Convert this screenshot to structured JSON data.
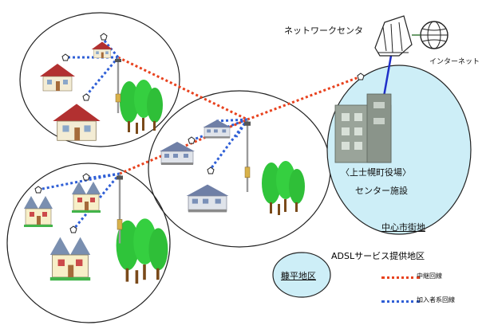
{
  "labels": {
    "network_center": "ネットワークセンタ",
    "internet": "インターネット",
    "town_office": "〈上士幌町役場〉",
    "center_facility": "センター施設",
    "downtown": "中心市街地",
    "area_name": "糠平地区"
  },
  "legend": {
    "title": "ADSLサービス提供地区",
    "relay_line": "中継回線",
    "subscriber_line": "加入者系回線"
  },
  "colors": {
    "relay": "#e8421e",
    "subscriber": "#2f5fd6",
    "fiber": "#1f2fc8",
    "downtown_fill": "#cdeef7",
    "tree": "#2fc43a",
    "roof_red": "#b23030",
    "roof_blue": "#6f7fa6",
    "house_wall": "#f3ecd4"
  }
}
